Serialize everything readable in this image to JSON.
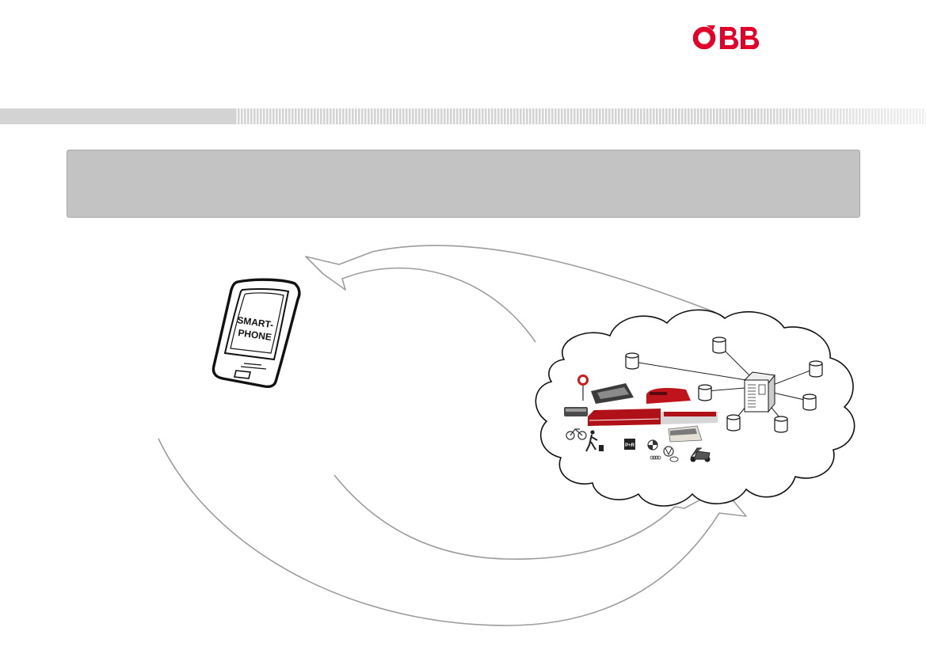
{
  "brand": {
    "logo_text": "ÖBB",
    "logo_color": "#e2002a"
  },
  "header": {
    "title_box_text": "",
    "stripe_color": "#d0d0d0"
  },
  "diagram": {
    "phone": {
      "label_line1": "SMART-",
      "label_line2": "PHONE"
    },
    "cloud": {
      "icons": [
        "server-icon",
        "database-icon",
        "train-icon",
        "tram-icon",
        "bus-icon",
        "bicycle-icon",
        "pedestrian-icon",
        "park-and-ride-sign",
        "car-brand-logos",
        "scooter-icon",
        "bus-stop-sign"
      ],
      "park_ride_label": "P+R"
    },
    "arrow_color": "#a0a0a0"
  }
}
